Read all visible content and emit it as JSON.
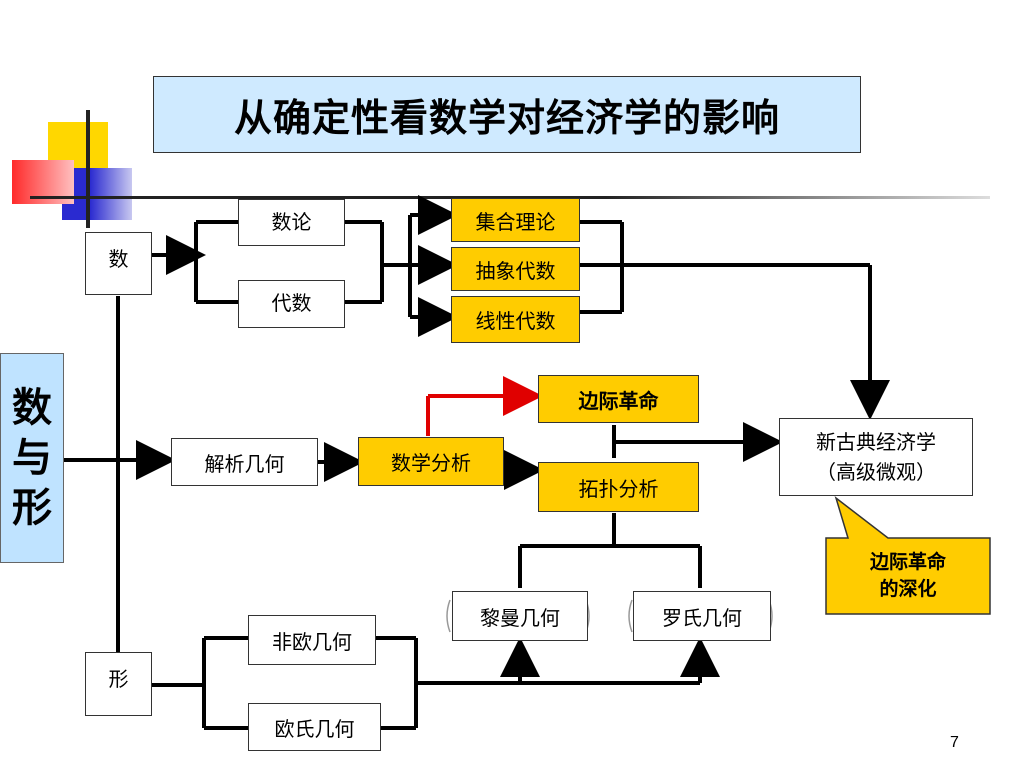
{
  "title": "从确定性看数学对经济学的影响",
  "side_label": [
    "数",
    "与",
    "形"
  ],
  "nodes": {
    "shu": "数",
    "xing": "形",
    "shulun": "数论",
    "daishu": "代数",
    "jihe_lilun": "集合理论",
    "chouxiang_daishu": "抽象代数",
    "xianxing_daishu": "线性代数",
    "jiexi_jihe": "解析几何",
    "shuxue_fenxi": "数学分析",
    "bianji_geming": "边际革命",
    "tuopu_fenxi": "拓扑分析",
    "xin_gudian": "新古典经济学\n（高级微观）",
    "liman_jihe": "黎曼几何",
    "luoshi_jihe": "罗氏几何",
    "feiou_jihe": "非欧几何",
    "oushi_jihe": "欧氏几何"
  },
  "callout": "边际革命\n的深化",
  "page_number": "7",
  "colors": {
    "title_bg": "#cfeaff",
    "side_bg": "#bfe3ff",
    "gold": "#ffcc00",
    "red_arrow": "#e00000",
    "deco_yellow": "#ffd700",
    "deco_blue": "#3333cc",
    "deco_red": "#ff3030"
  }
}
